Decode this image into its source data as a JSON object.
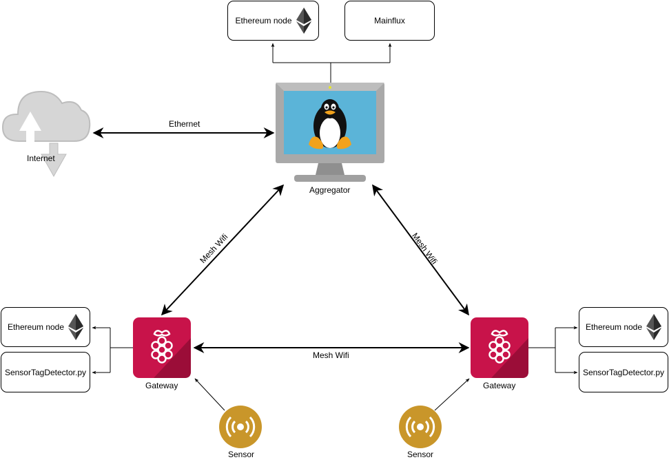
{
  "top": {
    "ethereum_node": "Ethereum node",
    "mainflux": "Mainflux"
  },
  "internet": {
    "label": "Internet"
  },
  "aggregator": {
    "label": "Aggregator"
  },
  "links": {
    "ethernet": "Ethernet",
    "mesh_left": "Mesh Wifi",
    "mesh_right": "Mesh Wifi",
    "mesh_bottom": "Mesh Wifi"
  },
  "left_gateway": {
    "label": "Gateway",
    "ethereum_node": "Ethereum node",
    "detector": "SensorTagDetector.py",
    "sensor_label": "Sensor"
  },
  "right_gateway": {
    "label": "Gateway",
    "ethereum_node": "Ethereum node",
    "detector": "SensorTagDetector.py",
    "sensor_label": "Sensor"
  },
  "colors": {
    "screen": "#5bb4d8",
    "monitor": "#a9a9a9",
    "raspberry": "#c8134a",
    "sensor": "#c9962a",
    "cloud": "#d6d6d6"
  }
}
